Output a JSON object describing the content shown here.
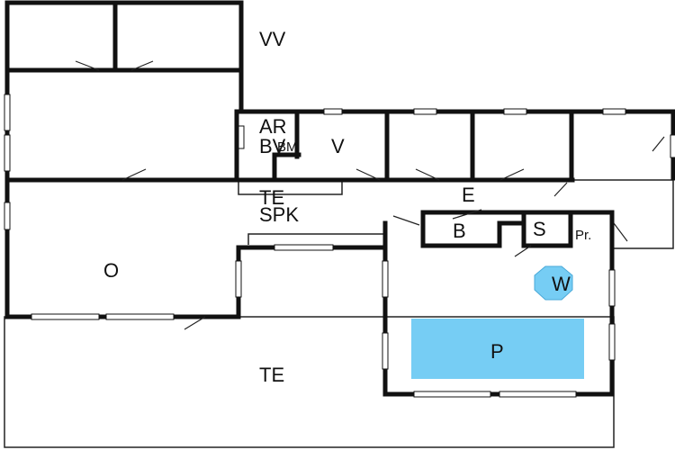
{
  "colors": {
    "wall": "#111111",
    "thin_line": "#222222",
    "pool": "#76cdf4",
    "whirlpool": "#76cdf4",
    "background": "#ffffff"
  },
  "rooms": {
    "vv": "VV",
    "ar": "AR",
    "bv": "BV",
    "bm": "BM",
    "v": "V",
    "te_top": "TE",
    "spk": "SPK",
    "e": "E",
    "b": "B",
    "s": "S",
    "pr": "Pr.",
    "w": "W",
    "p": "P",
    "o": "O",
    "te_bottom": "TE"
  }
}
